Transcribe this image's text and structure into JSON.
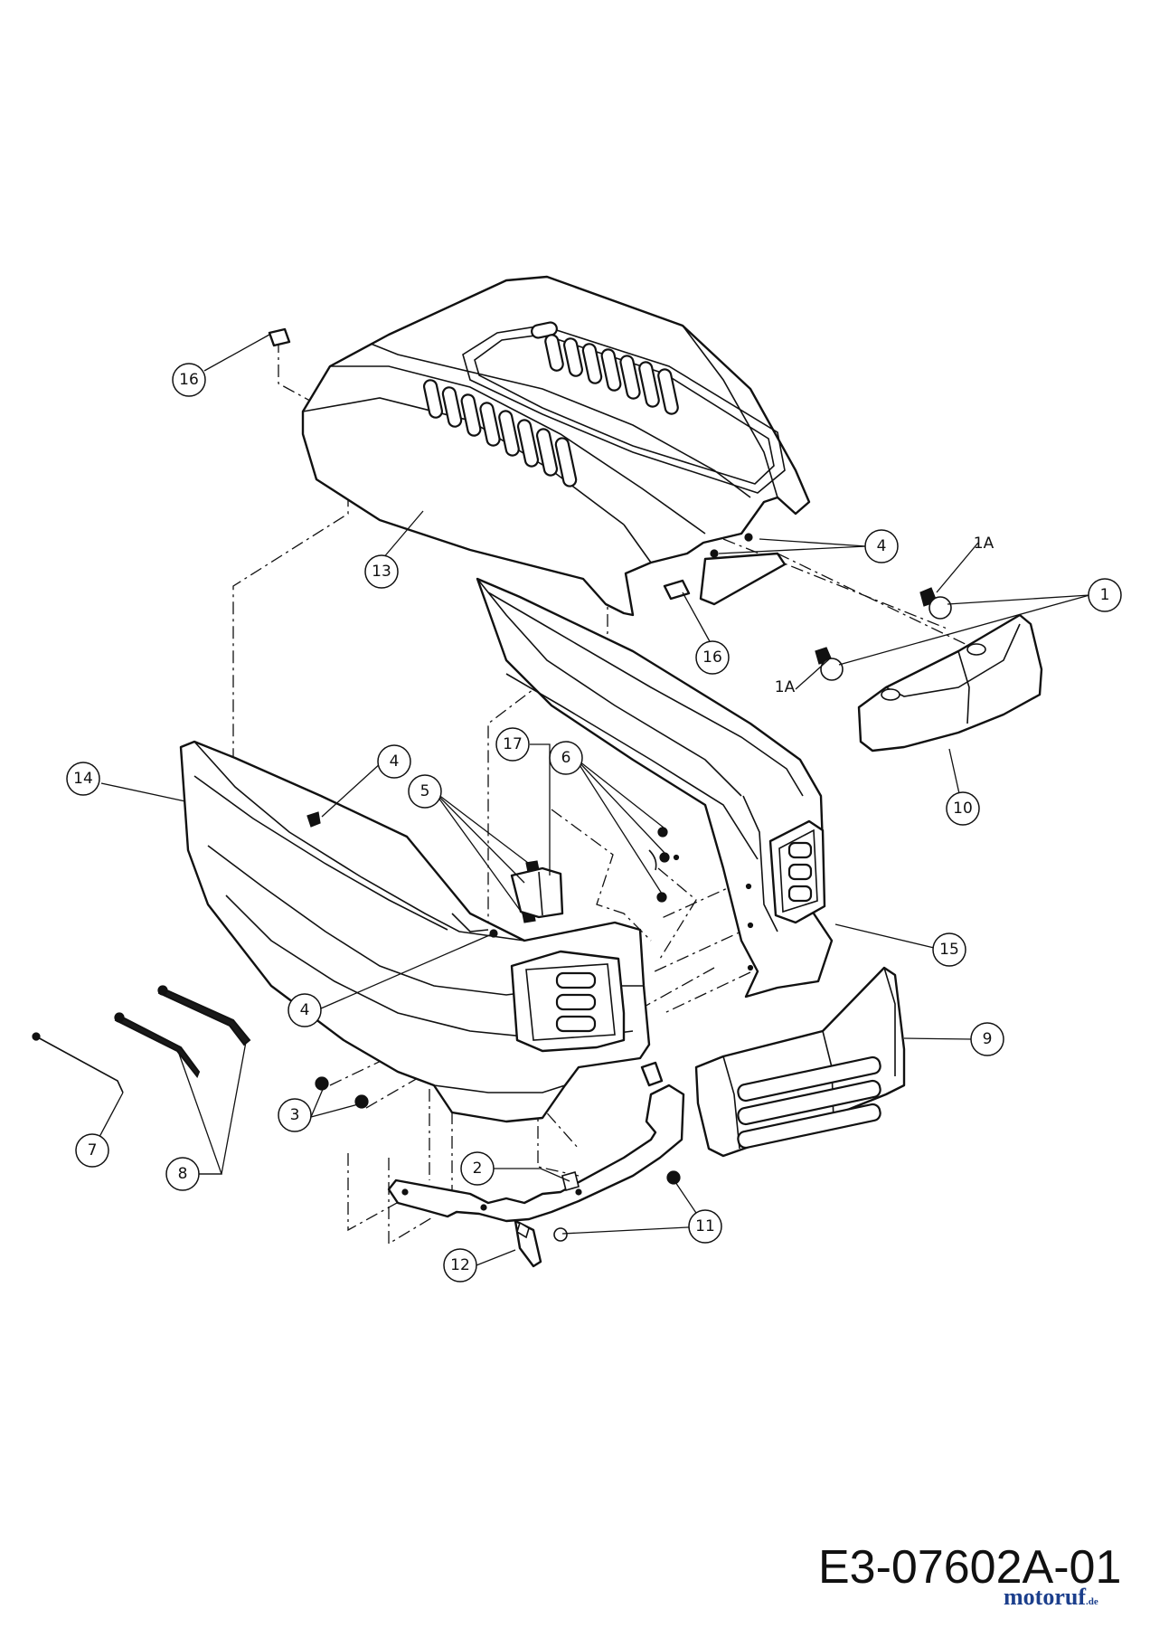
{
  "drawing_code": "E3-07602A-01",
  "watermark": {
    "brand": "motoruf",
    "suffix": ".de"
  },
  "callouts": [
    {
      "id": "c-16a",
      "label": "16"
    },
    {
      "id": "c-13",
      "label": "13"
    },
    {
      "id": "c-4a",
      "label": "4"
    },
    {
      "id": "c-1",
      "label": "1"
    },
    {
      "id": "c-16b",
      "label": "16"
    },
    {
      "id": "c-14",
      "label": "14"
    },
    {
      "id": "c-4b",
      "label": "4"
    },
    {
      "id": "c-17",
      "label": "17"
    },
    {
      "id": "c-6",
      "label": "6"
    },
    {
      "id": "c-5",
      "label": "5"
    },
    {
      "id": "c-10",
      "label": "10"
    },
    {
      "id": "c-15",
      "label": "15"
    },
    {
      "id": "c-4c",
      "label": "4"
    },
    {
      "id": "c-9",
      "label": "9"
    },
    {
      "id": "c-3",
      "label": "3"
    },
    {
      "id": "c-7",
      "label": "7"
    },
    {
      "id": "c-8",
      "label": "8"
    },
    {
      "id": "c-2",
      "label": "2"
    },
    {
      "id": "c-11",
      "label": "11"
    },
    {
      "id": "c-12",
      "label": "12"
    }
  ],
  "plain_labels": [
    {
      "id": "l-1a-top",
      "label": "1A"
    },
    {
      "id": "l-1a-bottom",
      "label": "1A"
    }
  ]
}
